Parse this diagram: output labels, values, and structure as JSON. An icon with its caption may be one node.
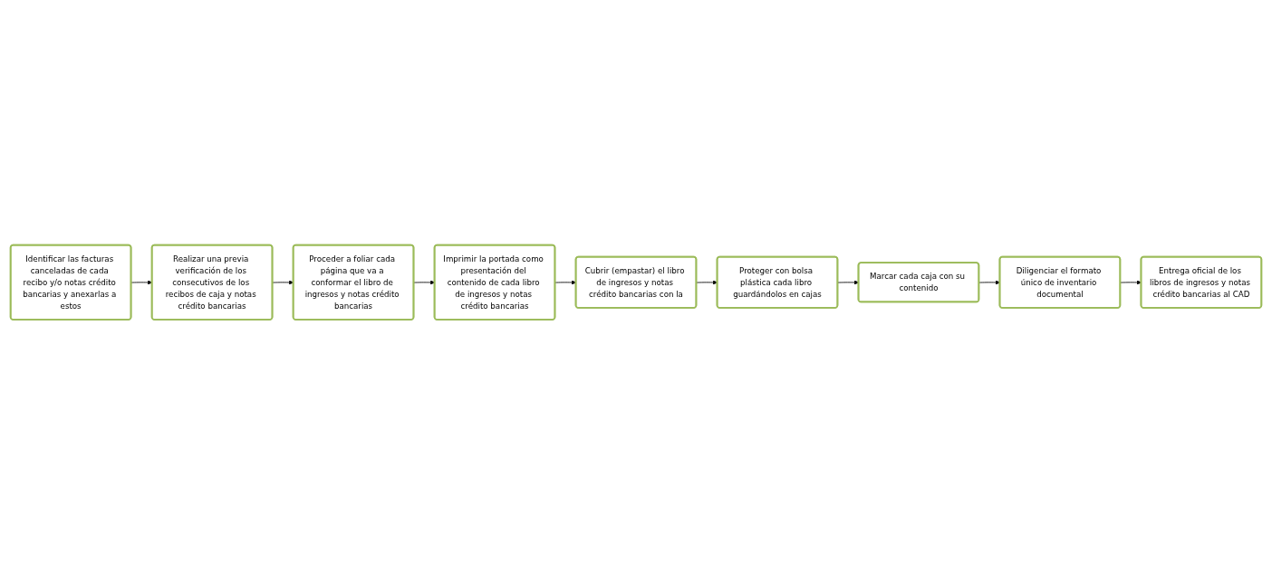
{
  "diagram": {
    "nodes": [
      {
        "text": [
          "Identificar las facturas canceladas de cada recibo y/o notas crédito bancarias y anexarlas a estos"
        ]
      },
      {
        "text": [
          "Realizar una previa verificación de los consecutivos de los recibos de caja y notas crédito bancarias"
        ]
      },
      {
        "text": [
          "Proceder a foliar cada página que va a conformar el libro de ingresos y notas crédito bancarias"
        ]
      },
      {
        "text": [
          "Imprimir la portada como presentación del contenido de cada libro de ingresos y notas crédito bancarias"
        ]
      },
      {
        "text": [
          "Cubrir (empastar) el libro de ingresos y notas crédito bancarias con la"
        ]
      },
      {
        "text": [
          "Proteger con bolsa plástica cada libro guardándolos en cajas"
        ]
      },
      {
        "text": [
          "Marcar cada caja con su contenido"
        ]
      },
      {
        "text": [
          "Diligenciar el formato único de inventario documental"
        ]
      },
      {
        "text": [
          "Entrega oficial de los libros de ingresos y notas crédito bancarias al CAD"
        ]
      }
    ],
    "edges": [
      {
        "from": 0,
        "to": 1,
        "arrow": "to"
      },
      {
        "from": 1,
        "to": 2,
        "arrow": "to"
      },
      {
        "from": 2,
        "to": 3,
        "arrow": "to"
      },
      {
        "from": 3,
        "to": 4,
        "arrow": "to"
      },
      {
        "from": 4,
        "to": 5,
        "arrow": "to"
      },
      {
        "from": 5,
        "to": 6,
        "arrow": "to"
      },
      {
        "from": 6,
        "to": 7,
        "arrow": "to"
      },
      {
        "from": 7,
        "to": 8,
        "arrow": "to"
      }
    ]
  }
}
